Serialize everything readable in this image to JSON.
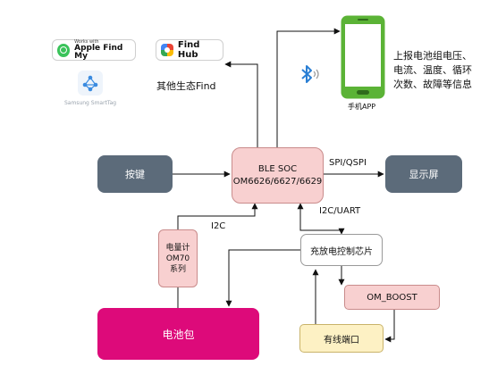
{
  "badges": {
    "apple_find_my": {
      "small": "Works with",
      "main": "Apple Find My"
    },
    "find_hub": {
      "main": "Find Hub"
    },
    "samsung_smarttag": {
      "label": "Samsung SmartTag"
    }
  },
  "ecosystem_label": "其他生态Find",
  "phone": {
    "label": "手机APP"
  },
  "report_text": [
    "上报电池组电压、",
    "电流、温度、循环",
    "次数、故障等信息"
  ],
  "blocks": {
    "key": "按键",
    "soc_line1": "BLE SOC",
    "soc_line2": "OM6626/6627/6629",
    "display": "显示屏",
    "fuel_gauge": [
      "电量计",
      "OM70",
      "系列"
    ],
    "charger": "充放电控制芯片",
    "boost": "OM_BOOST",
    "battery": "电池包",
    "port": "有线端口"
  },
  "edge_labels": {
    "spi": "SPI/QSPI",
    "i2c_uart": "I2C/UART",
    "i2c": "I2C"
  },
  "colors": {
    "soc_fill": "#f8d0d0",
    "slate_fill": "#5c6b7a",
    "battery_fill": "#dd0a7a",
    "port_fill": "#fdf1c4",
    "phone_green": "#5bb336",
    "bluetooth_blue": "#2a7fd4"
  }
}
